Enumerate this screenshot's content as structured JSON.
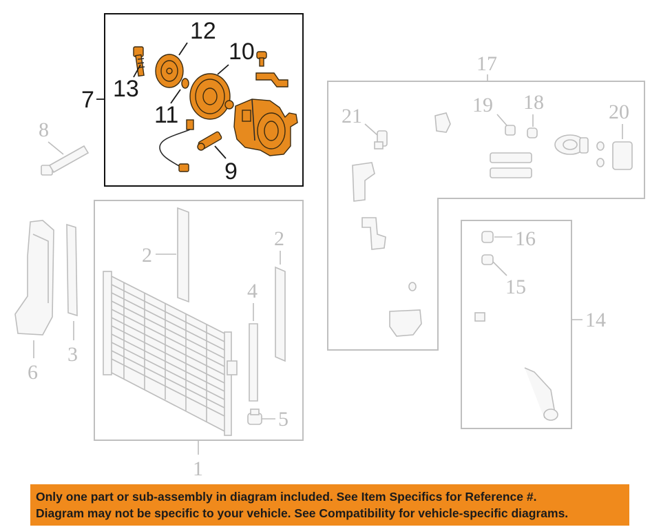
{
  "diagram": {
    "callouts": {
      "c1": "1",
      "c2a": "2",
      "c2b": "2",
      "c3": "3",
      "c4": "4",
      "c5": "5",
      "c6": "6",
      "c7": "7",
      "c8": "8",
      "c9": "9",
      "c10": "10",
      "c11": "11",
      "c12": "12",
      "c13": "13",
      "c14": "14",
      "c15": "15",
      "c16": "16",
      "c17": "17",
      "c18": "18",
      "c19": "19",
      "c20": "20",
      "c21": "21"
    },
    "highlight_color": "#e78a1e",
    "ghost_color": "#bdbdbd"
  },
  "banner": {
    "line1": "Only one part or sub-assembly in diagram included. See Item Specifics for Reference #.",
    "line2": "Diagram may not be specific to your vehicle. See Compatibility for vehicle-specific diagrams.",
    "background": "#f08a1c"
  }
}
